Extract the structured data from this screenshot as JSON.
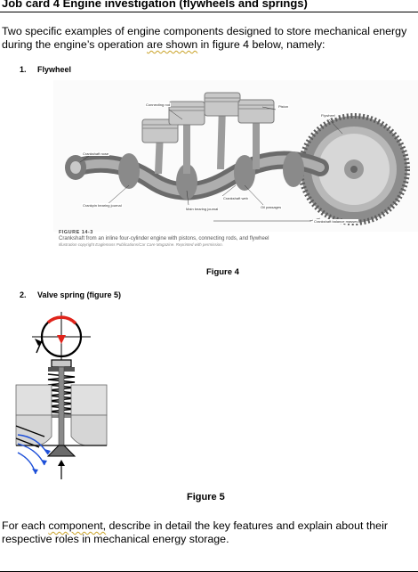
{
  "title": "Job card 4 Engine investigation (flywheels and springs)",
  "intro": {
    "before": "Two specific examples of engine components designed to store mechanical energy during the engine’s operation ",
    "squiggle": "are shown",
    "after": " in figure 4 below, namely:"
  },
  "items": [
    {
      "number": "1.",
      "label": "Flywheel"
    },
    {
      "number": "2.",
      "label": "Valve spring (figure 5)"
    }
  ],
  "figure4": {
    "caption_heading": "FIGURE 14-3",
    "caption_text": "Crankshaft from an inline four-cylinder engine with pistons, connecting rods, and flywheel",
    "caption_credit": "Illustration copyright Eaglemoss Publications/Car Care Magazine. Reprinted with permission.",
    "callouts": {
      "connecting_rod": "Connecting rod",
      "piston": "Piston",
      "flywheel": "Flywheel",
      "crankshaft_nose": "Crankshaft nose",
      "crankpin_journal": "Crankpin bearing journal",
      "main_journal": "Main bearing journal",
      "crankshaft_web": "Crankshaft web",
      "oil_passages": "Oil passages",
      "balance_masses": "Crankshaft balance masses"
    },
    "label": "Figure 4"
  },
  "figure5": {
    "label": "Figure 5"
  },
  "closing": {
    "before": "For each ",
    "squiggle": "component,",
    "after": " describe in detail the key features and explain about their respective roles in mechanical energy storage."
  },
  "colors": {
    "cam_red": "#e0241b",
    "arrow_blue": "#1d4fd8",
    "rule": "#000000"
  }
}
